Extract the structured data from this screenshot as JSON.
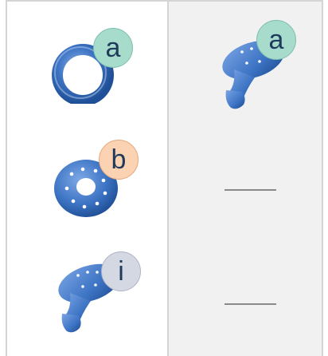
{
  "left_column": {
    "items": [
      {
        "badge": "a",
        "device": "ring-pessary-icon"
      },
      {
        "badge": "b",
        "device": "donut-pessary-icon"
      },
      {
        "badge": "i",
        "device": "gellhorn-pessary-icon"
      }
    ]
  },
  "right_column": {
    "slots": [
      {
        "badge": "a",
        "device": "gellhorn-pessary-icon",
        "filled": true
      },
      {
        "badge": "",
        "filled": false
      },
      {
        "badge": "",
        "filled": false
      }
    ]
  },
  "colors": {
    "device_blue": "#3d74c4",
    "badge_a": "#a7dccd",
    "badge_b": "#fcd3b2",
    "badge_i": "#d4d8e3",
    "pane_bg": "#f1f1f1",
    "divider": "#d4d4d4"
  }
}
